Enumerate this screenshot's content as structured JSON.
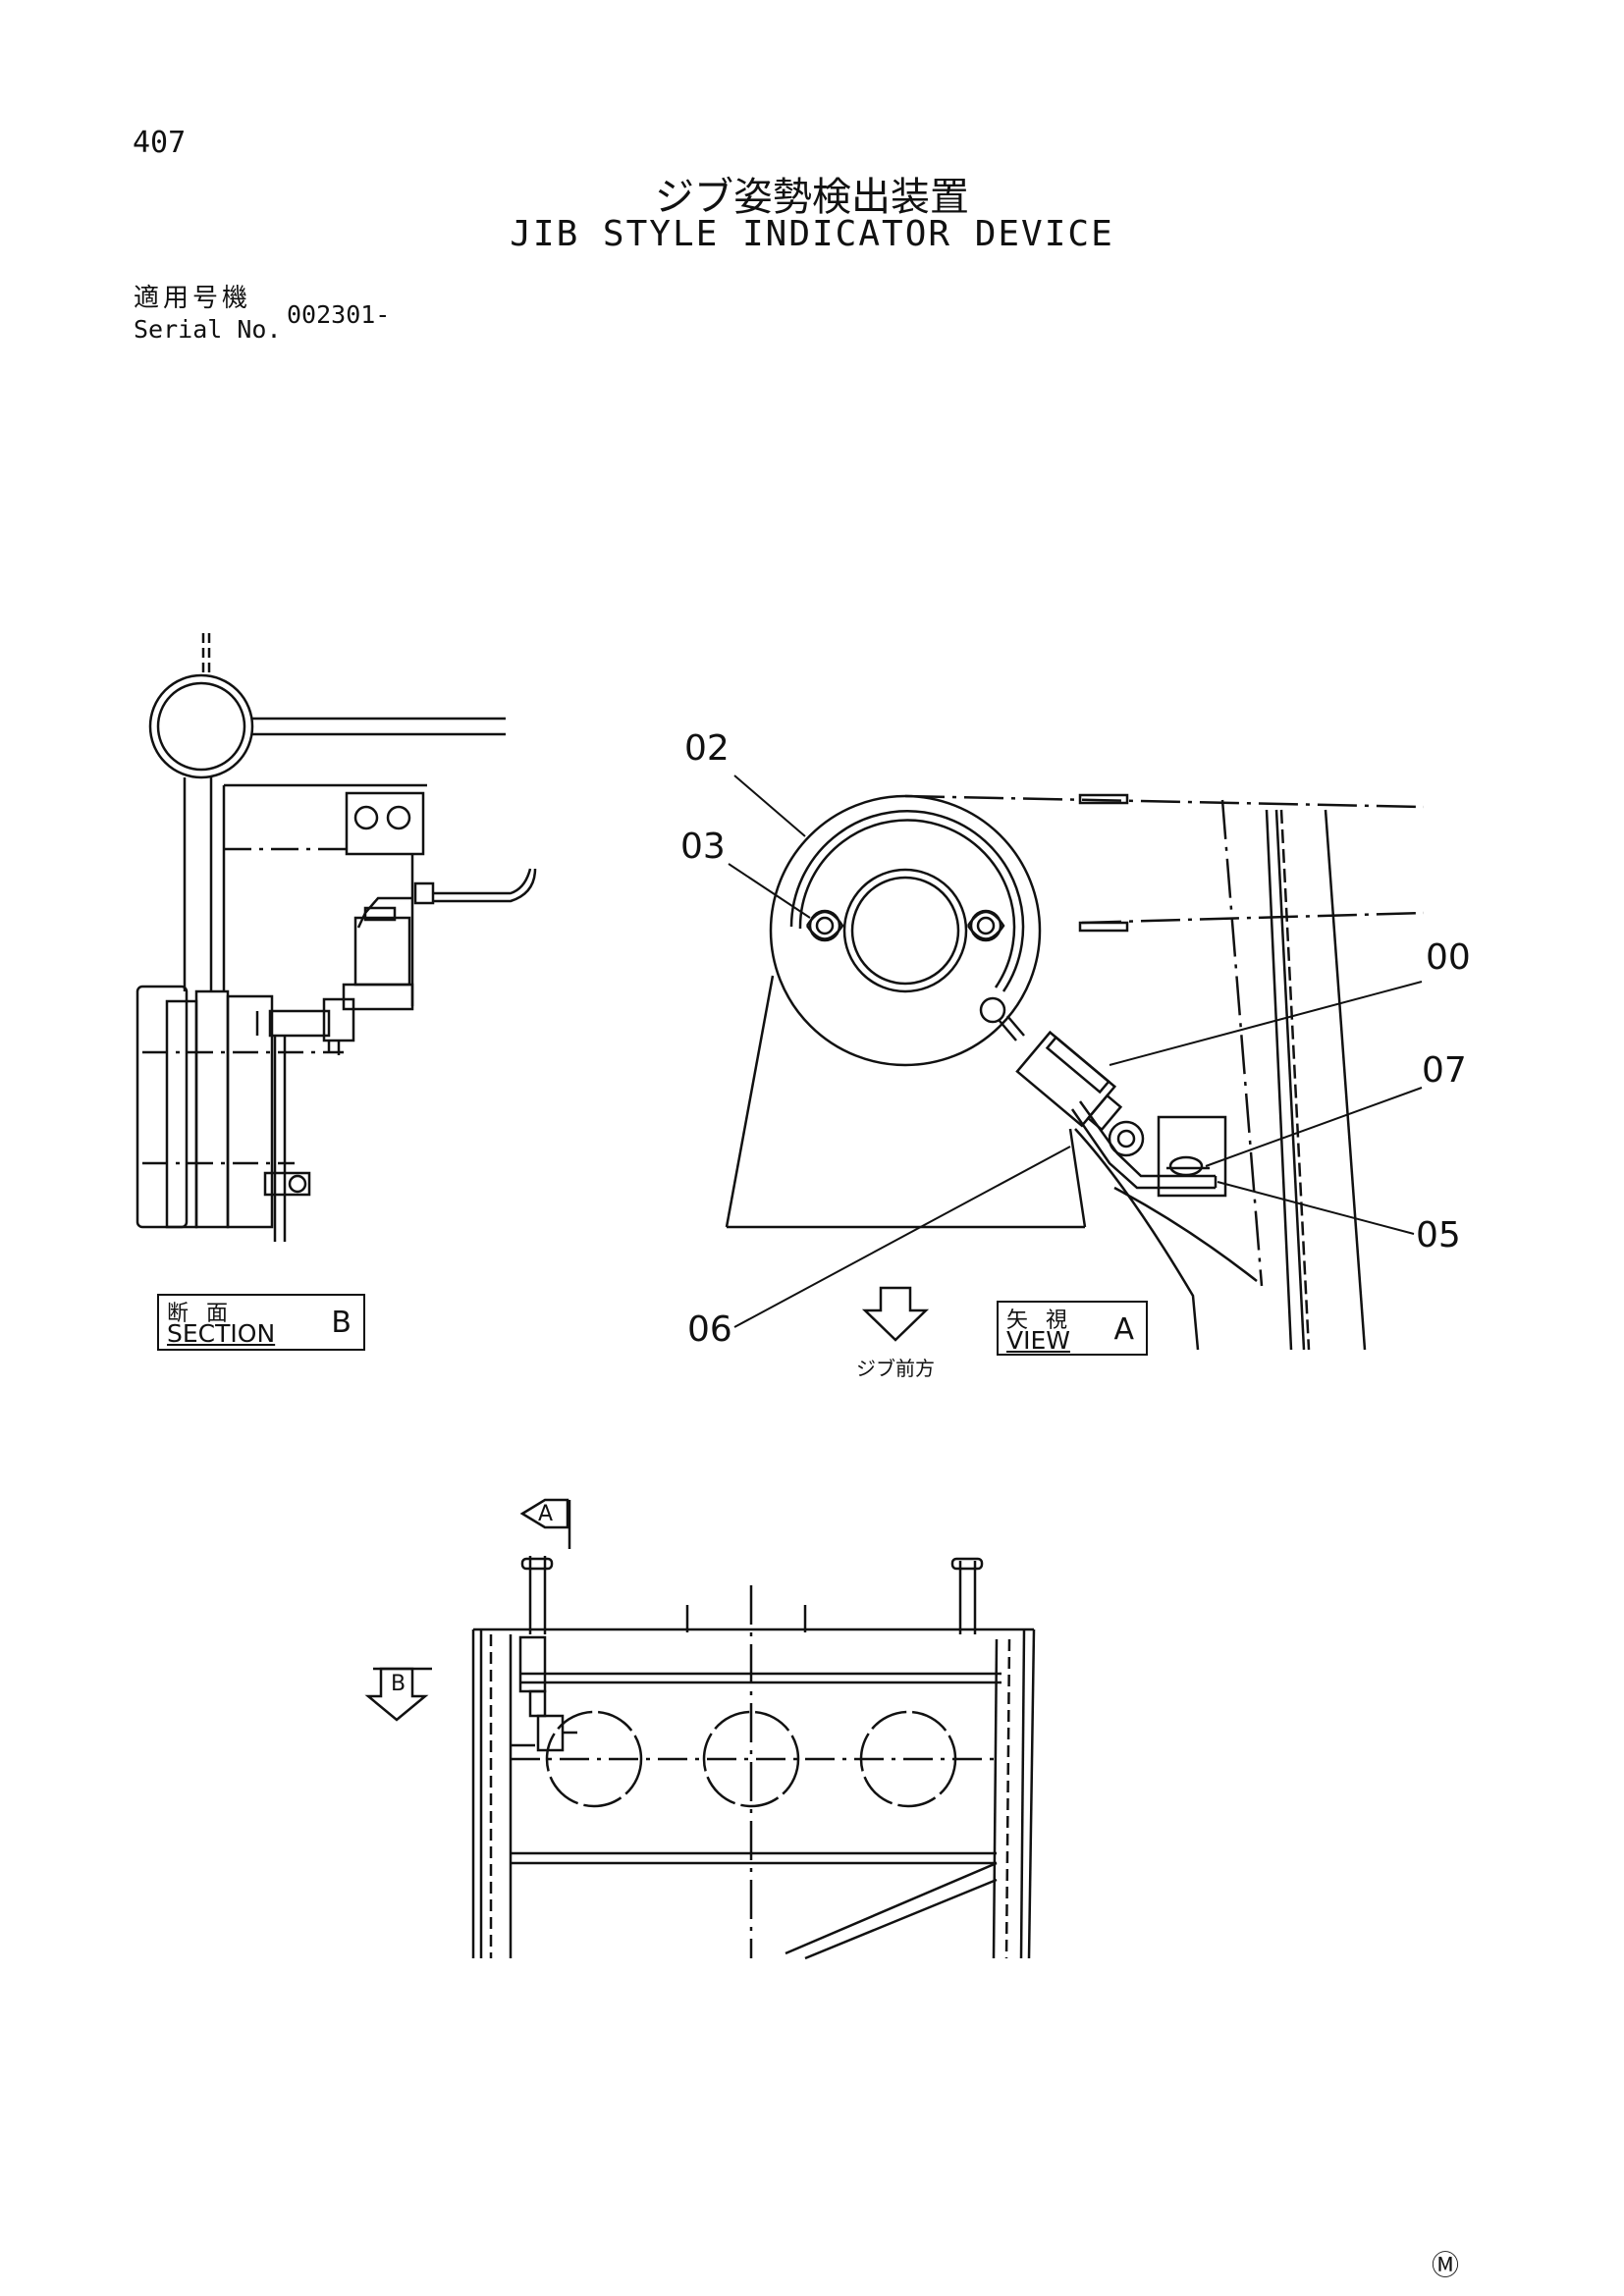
{
  "page_number": "407",
  "title_jp": "ジブ姿勢検出装置",
  "title_en": "JIB STYLE INDICATOR DEVICE",
  "serial": {
    "label_jp": "適用号機",
    "label_en": "Serial No.",
    "value": "002301-"
  },
  "callouts": {
    "c02": "02",
    "c03": "03",
    "c00": "00",
    "c07": "07",
    "c05": "05",
    "c06": "06"
  },
  "section_label": {
    "jp": "断面",
    "en": "SECTION",
    "letter": "B"
  },
  "view_label": {
    "jp": "矢視",
    "en": "VIEW",
    "letter": "A"
  },
  "direction_caption": "ジブ前方",
  "arrow_a": "A",
  "arrow_b": "B",
  "corner_mark": "Ⓜ"
}
